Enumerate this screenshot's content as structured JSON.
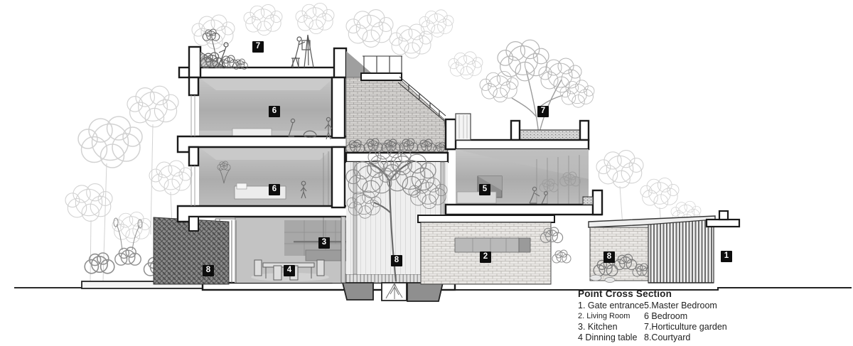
{
  "title": "Point Cross Section",
  "legend": {
    "title": "Point Cross Section",
    "col1": [
      "1. Gate entrance",
      "2. Living Room",
      "3. Kitchen",
      "4 Dinning table"
    ],
    "col2": [
      "5.Master Bedroom",
      "6 Bedroom",
      "7.Horticulture garden",
      "8.Courtyard"
    ]
  },
  "markers": [
    {
      "number": "7",
      "area": "horticulture-garden-roof-left"
    },
    {
      "number": "6",
      "area": "bedroom-third-floor"
    },
    {
      "number": "7",
      "area": "horticulture-garden-roof-right"
    },
    {
      "number": "6",
      "area": "bedroom-second-floor"
    },
    {
      "number": "5",
      "area": "master-bedroom"
    },
    {
      "number": "3",
      "area": "kitchen"
    },
    {
      "number": "8",
      "area": "courtyard-left"
    },
    {
      "number": "4",
      "area": "dinning-table"
    },
    {
      "number": "8",
      "area": "courtyard-center"
    },
    {
      "number": "2",
      "area": "living-room"
    },
    {
      "number": "8",
      "area": "courtyard-right"
    },
    {
      "number": "1",
      "area": "gate-entrance"
    }
  ],
  "colors": {
    "marker_bg": "#0d0d0d",
    "marker_text": "#ffffff",
    "ink": "#1a1a1a",
    "paper": "#ffffff"
  }
}
